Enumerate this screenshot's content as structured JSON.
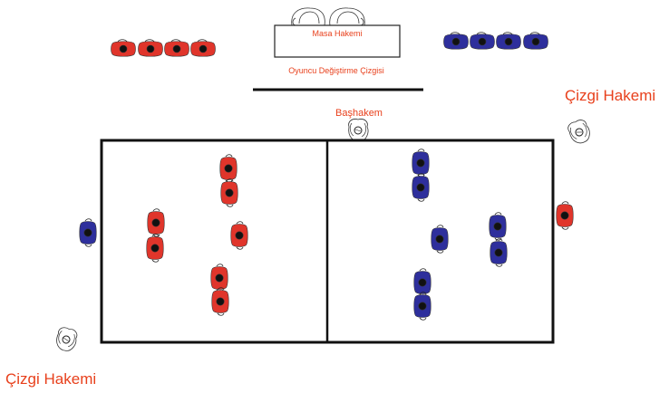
{
  "labels": {
    "table_judge": "Masa Hakemi",
    "substitution_line": "Oyuncu Değiştirme Çizgisi",
    "head_referee": "Başhakem",
    "line_referee_top": "Çizgi Hakemi",
    "line_referee_bottom": "Çizgi Hakemi"
  },
  "colors": {
    "red_team": "#e0352b",
    "blue_team": "#2e2f9c",
    "label_red": "#e8401c",
    "court_line": "#111111"
  },
  "court": {
    "left_team_on_court": 7,
    "right_team_on_court": 7,
    "red_bench_players": 4,
    "blue_bench_players": 4
  }
}
